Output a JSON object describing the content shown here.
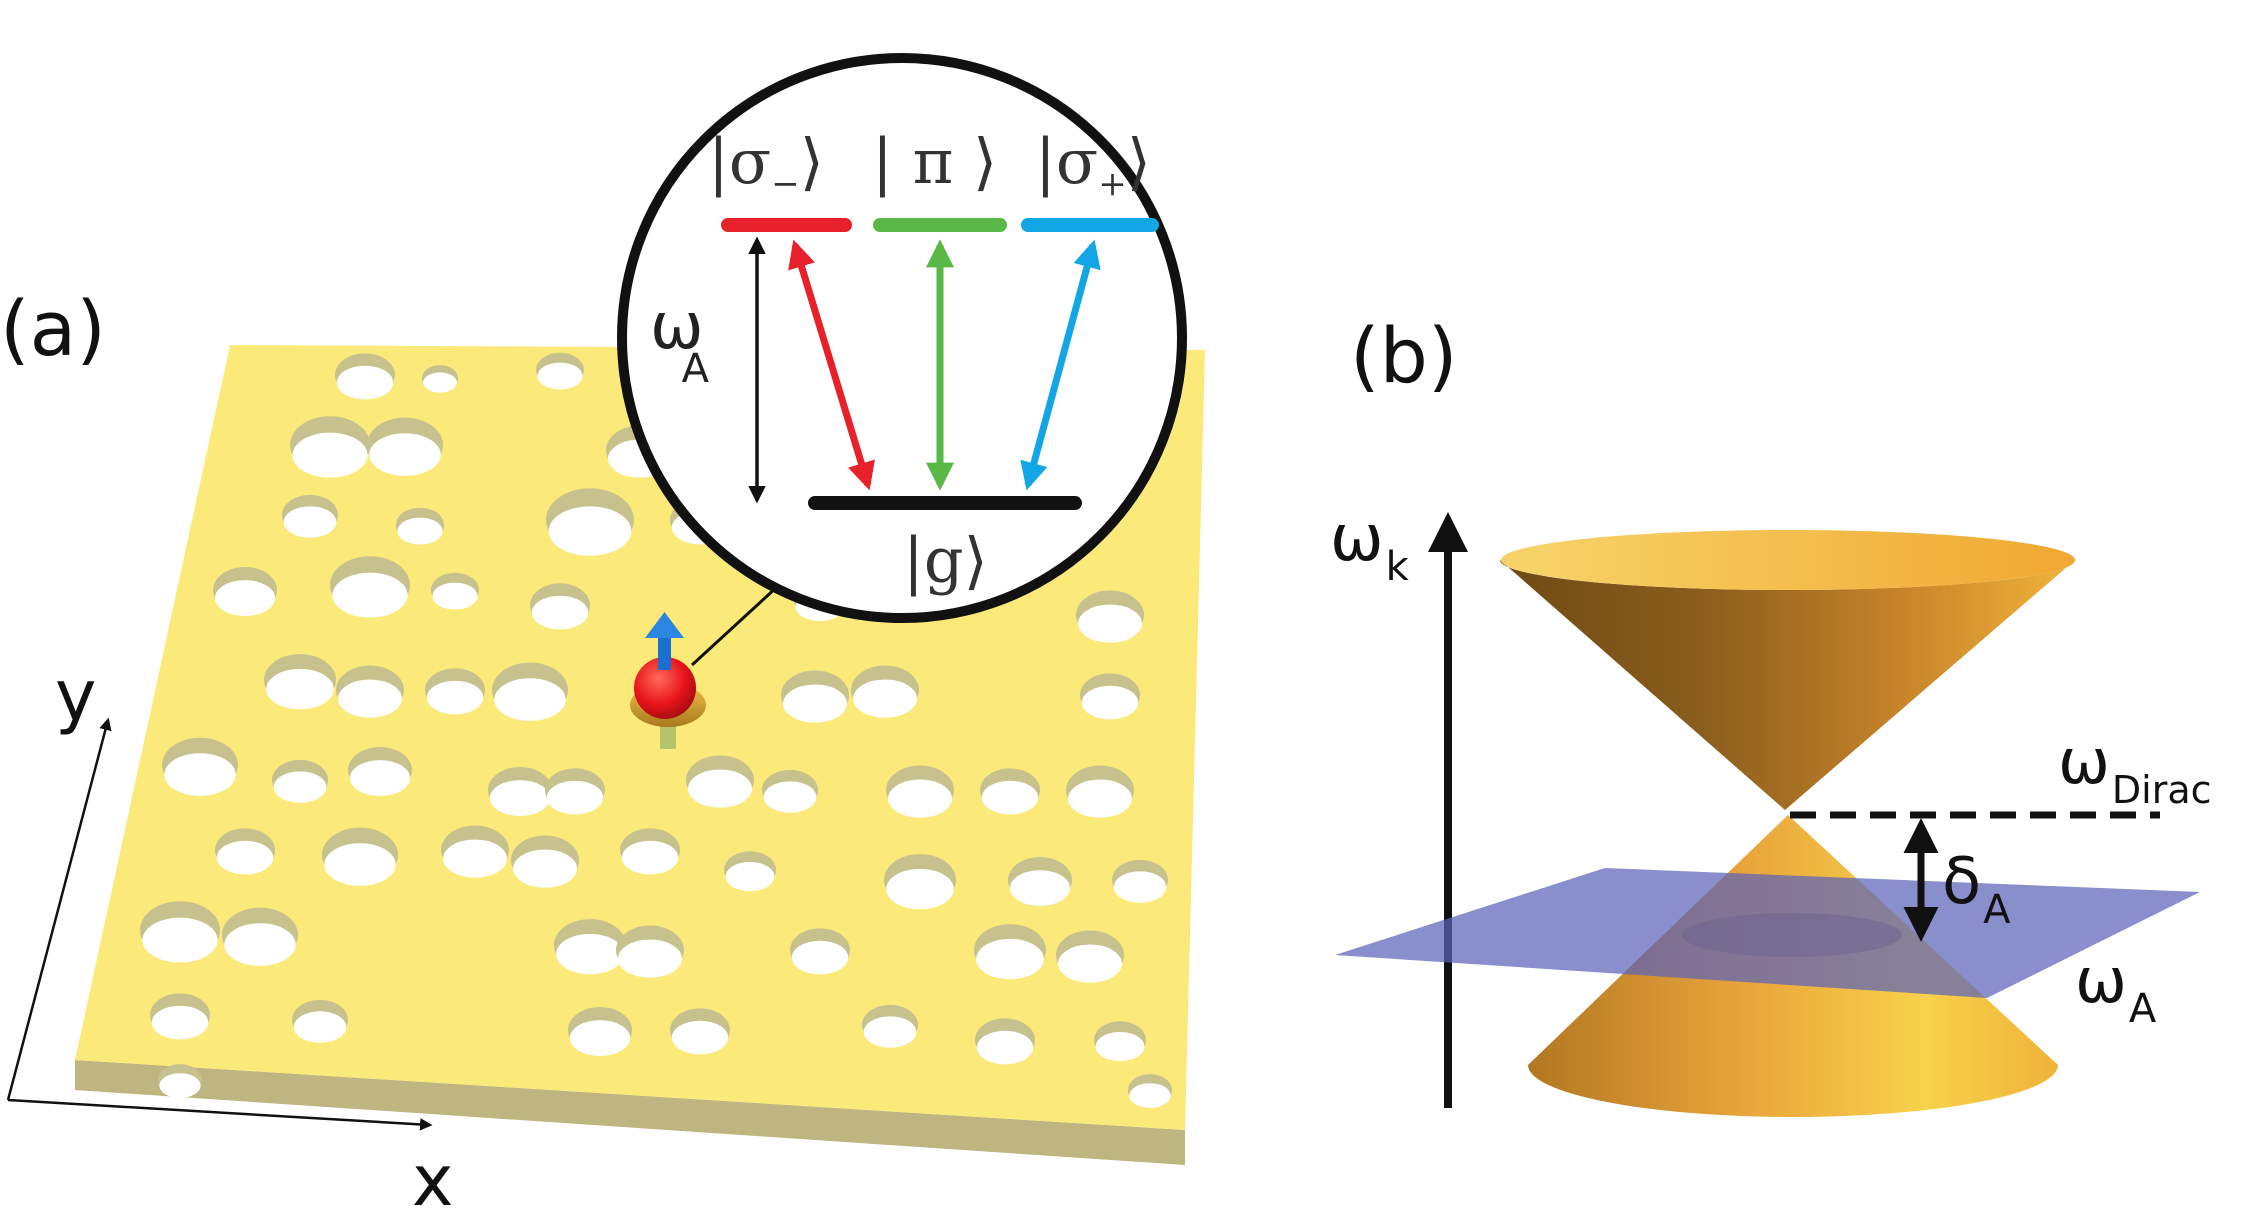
{
  "panel_a": {
    "label": "(a)",
    "axis_x_label": "x",
    "axis_y_label": "y",
    "slab_color": "#fbea7a",
    "hole_wall_color": "#c6c18d",
    "atom_color": "#e8131b",
    "spin_color": "#1b6fcf"
  },
  "inset": {
    "levels": {
      "sigma_minus": {
        "pre": "|σ",
        "sub": "−",
        "post": "⟩",
        "color": "#e8202a"
      },
      "pi": {
        "text": "| π ⟩",
        "color": "#5ab946"
      },
      "sigma_plus": {
        "pre": "|σ",
        "sub": "+",
        "post": "⟩",
        "color": "#12a6e6"
      },
      "ground": {
        "text": "|g⟩",
        "color": "#111111"
      }
    },
    "omega_label": {
      "main": "ω",
      "sub": "A"
    }
  },
  "panel_b": {
    "label": "(b)",
    "axis_label": {
      "main": "ω",
      "sub": "k"
    },
    "dirac_label": {
      "main": "ω",
      "sub": "Dirac"
    },
    "delta_label": {
      "main": "δ",
      "sub": "A"
    },
    "omegaA_label": {
      "main": "ω",
      "sub": "A"
    },
    "plane_color": "#5c62b8",
    "cone_color": "#e0a02a"
  }
}
